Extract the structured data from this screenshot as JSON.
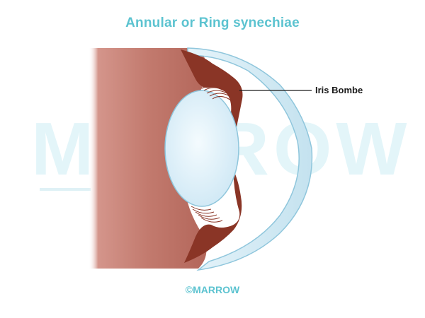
{
  "title": "Annular or Ring synechiae",
  "watermark": "MARROW",
  "labels": {
    "iris_bombe": "Iris Bombe"
  },
  "footer": "©MARROW",
  "colors": {
    "title": "#5cc3d0",
    "sclera": "#b9685e",
    "iris": "#8a3526",
    "cornea": "#cfe9f4",
    "lens": "#dff1fb"
  }
}
